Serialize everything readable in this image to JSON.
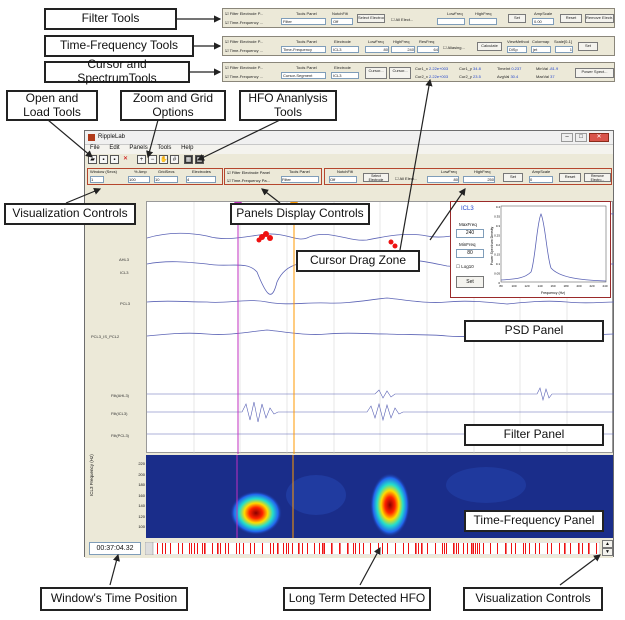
{
  "callouts": {
    "filter_tools": "Filter Tools",
    "time_frequency_tools": "Time-Frequency Tools",
    "cursor_spectrum_tools": "Cursor and SpectrumTools",
    "open_load_tools": "Open and Load Tools",
    "zoom_grid_options": "Zoom and Grid Options",
    "hfo_analysis_tools": "HFO Ananlysis Tools",
    "visualization_controls_left": "Visualization Controls",
    "panels_display_controls": "Panels Display Controls",
    "cursor_drag_zone": "Cursor Drag Zone",
    "psd_panel": "PSD Panel",
    "filter_panel": "Filter Panel",
    "time_frequency_panel": "Time-Frequency Panel",
    "window_time_position": "Window's Time Position",
    "long_term_hfo": "Long Term Detected HFO",
    "visualization_controls_bottom": "Visualization Controls"
  },
  "filter_strip": {
    "check1": "Filter Electrode P...",
    "check2": "Time-Frequency ...",
    "tools_panel_label": "Tools Panel",
    "tools_panel_value": "Filter",
    "notch_label": "NotchFilt",
    "notch_value": "Off",
    "select_electrode": "Select Electrode",
    "all_elect": "All Elect...",
    "lowfreq_label": "LowFreq",
    "highfreq_label": "HighFreq",
    "set": "Set",
    "ampscale_label": "AmpScale",
    "ampscale_value": "0.00",
    "reset": "Reset",
    "remove_elect": "Remove Electr..."
  },
  "tf_strip": {
    "check1": "Filter Electrode P...",
    "check2": "Time-Frequency ...",
    "tools_panel_label": "Tools Panel",
    "tools_panel_value": "Time-Frequency",
    "electrode_label": "Electrode",
    "electrode_value": "ICL3",
    "lowfreq_label": "LowFreq",
    "lowfreq_value": "80",
    "highfreq_label": "HighFreq",
    "highfreq_value": "240",
    "resfreq_label": "ResFreq",
    "resfreq_value": "64",
    "aliasing": "Aliasing...",
    "calculate": "Calculate",
    "viewmethod_label": "ViewMethod",
    "viewmethod_value": "DiSp",
    "colormap_label": "Colormap",
    "colormap_value": "jet",
    "scale_label": "Scale[0-1]",
    "scale_value": "1",
    "set": "Set"
  },
  "cursor_strip": {
    "check1": "Filter Electrode P...",
    "check2": "Time-Frequency ...",
    "tools_panel_label": "Tools Panel",
    "tools_panel_value": "Cursor-Segment",
    "electrode_label": "Electrode",
    "electrode_value": "ICL3",
    "cursor1": "Cursor...",
    "cursor2": "Cursor...",
    "cur1x_label": "Cur1_x",
    "cur1x_value": "2.22e+003",
    "cur1y_label": "Cur1_y",
    "cur1y_value": "34.8",
    "timeint_label": "TimeInt",
    "timeint_value": "0.237",
    "minval_label": "MinVal",
    "minval_value": "-81.9",
    "cur2x_label": "Cur2_x",
    "cur2x_value": "2.22e+003",
    "cur2y_label": "Cur2_y",
    "cur2y_value": "23.5",
    "avgval_label": "AvgVal",
    "avgval_value": "30.4",
    "maxval_label": "MaxVal",
    "maxval_value": "37",
    "power_spect": "Power Spect..."
  },
  "window": {
    "title": "RippleLab",
    "menu": [
      "File",
      "Edit",
      "Panels",
      "Tools",
      "Help"
    ],
    "controls": {
      "window_secs_label": "Window (Secs)",
      "window_secs_value": "1",
      "amp_label": "% Amp",
      "amp_value": "100",
      "gridsecs_label": "GridSecs",
      "gridsecs_value": "10",
      "electrodes_label": "Electrodes",
      "electrodes_value": "4",
      "check1": "Filter Electrode Panel",
      "check2": "Time-Frequency Pa...",
      "tools_panel_label": "Tools Panel",
      "tools_panel_value": "Filter",
      "notch_label": "NotchFilt",
      "notch_value": "Off",
      "select_electrode": "Select Electrode",
      "all_elect": "All Elect...",
      "lowfreq_label": "LowFreq",
      "lowfreq_value": "80",
      "highfreq_label": "HighFreq",
      "highfreq_value": "250",
      "set": "Set",
      "ampscale_label": "AmpScale",
      "ampscale_value": "0",
      "reset": "Reset",
      "remove_elect": "Remove Electro..."
    },
    "channels": [
      "AHL3",
      "ICL3",
      "PCL3",
      "PCL3_IS_PCL2"
    ],
    "filtered_channels": [
      "Filt(AHL3)",
      "Filt(ICL3)",
      "Filt(PCL3)"
    ],
    "tf_ylabel": "ICL3\nFrequency (Hz)",
    "tf_ticks": [
      "220",
      "200",
      "180",
      "160",
      "140",
      "120",
      "100"
    ],
    "psd": {
      "electrode": "ICL3",
      "maxfreq_label": "MaxFreq",
      "maxfreq_value": "240",
      "minfreq_label": "MinFreq",
      "minfreq_value": "80",
      "log10": "Log10",
      "set": "Set",
      "ylabel": "Power Spectrum Density",
      "xlabel": "Frequency (Hz)",
      "yticks": [
        "0.4",
        "0.35",
        "0.3",
        "0.25",
        "0.2",
        "0.15",
        "0.1",
        "0.05",
        "0"
      ],
      "xticks": [
        "80",
        "100",
        "120",
        "140",
        "160",
        "180",
        "200",
        "220",
        "240"
      ]
    },
    "time_position": "00:37:04.32"
  },
  "colors": {
    "trace": "#5b63b5",
    "hfo_marker": "#ee1111",
    "cursor1": "#c030c0",
    "cursor2": "#ff9900",
    "tf_background": "#1a2d8a",
    "group_border": "#b5462d"
  }
}
